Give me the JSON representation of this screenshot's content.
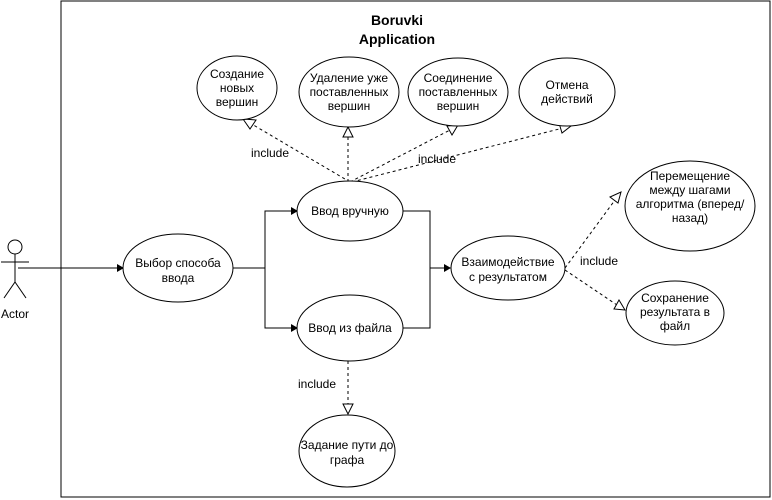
{
  "system": {
    "title_line1": "Boruvki",
    "title_line2": "Application"
  },
  "actor": {
    "label": "Actor"
  },
  "use_cases": {
    "choose_input": {
      "line1": "Выбор способа",
      "line2": "ввода"
    },
    "manual_input": {
      "line1": "Ввод вручную"
    },
    "file_input": {
      "line1": "Ввод из файла"
    },
    "interact": {
      "line1": "Взаимодействие",
      "line2": "с результатом"
    },
    "create_vertices": {
      "line1": "Создание",
      "line2": "новых",
      "line3": "вершин"
    },
    "delete_vertices": {
      "line1": "Удаление уже",
      "line2": "поставленных",
      "line3": "вершин"
    },
    "connect_vertices": {
      "line1": "Соединение",
      "line2": "поставленных",
      "line3": "вершин"
    },
    "undo": {
      "line1": "Отмена",
      "line2": "действий"
    },
    "step_navigation": {
      "line1": "Перемещение",
      "line2": "между шагами",
      "line3": "алгоритма (вперед/",
      "line4": "назад)"
    },
    "save_result": {
      "line1": "Сохранение",
      "line2": "результата в",
      "line3": "файл"
    },
    "set_graph_path": {
      "line1": "Задание пути до",
      "line2": "графа"
    }
  },
  "relations": {
    "include_left": "include",
    "include_right": "include",
    "include_result": "include",
    "include_file": "include"
  }
}
